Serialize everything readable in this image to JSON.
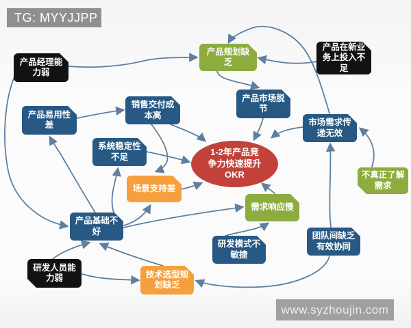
{
  "banner": {
    "label": "TG: MYYJJPP"
  },
  "watermark": {
    "label": "www.syzhoujin.com"
  },
  "colors": {
    "box_blue": "#275984",
    "box_green": "#8cac3e",
    "box_orange": "#f5a03d",
    "box_black": "#121212",
    "okr_red": "#c2423a",
    "arrow": "#5e7f9f",
    "banner_gray": "#8f8f8f",
    "watermark_gray": "#a0a0a0"
  },
  "okr": {
    "label": "1-2年产品竞\n争力快速提升\nOKR"
  },
  "nodes": [
    {
      "id": "pm-ability",
      "label": "产品经理能\n力弱",
      "color": "black"
    },
    {
      "id": "planning-lack",
      "label": "产品规划缺\n乏",
      "color": "green"
    },
    {
      "id": "new-biz-invest",
      "label": "产品在新业\n务上投入不\n足",
      "color": "black"
    },
    {
      "id": "sales-cost",
      "label": "销售交付成\n本高",
      "color": "blue"
    },
    {
      "id": "usability",
      "label": "产品易用性\n差",
      "color": "blue"
    },
    {
      "id": "market-gap",
      "label": "产品市场脱\n节",
      "color": "blue"
    },
    {
      "id": "stability",
      "label": "系统稳定性\n不足",
      "color": "blue"
    },
    {
      "id": "demand-transfer",
      "label": "市场需求传\n递无效",
      "color": "blue"
    },
    {
      "id": "scene-support",
      "label": "场景支持差",
      "color": "orange"
    },
    {
      "id": "understand",
      "label": "不真正了解\n需求",
      "color": "green"
    },
    {
      "id": "foundation",
      "label": "产品基础不\n好",
      "color": "blue"
    },
    {
      "id": "response-slow",
      "label": "需求响应慢",
      "color": "green"
    },
    {
      "id": "team-collab",
      "label": "团队间缺乏\n有效协同",
      "color": "blue"
    },
    {
      "id": "dev-mode",
      "label": "研发模式不\n敏捷",
      "color": "blue"
    },
    {
      "id": "dev-ability",
      "label": "研发人员能\n力弱",
      "color": "black"
    },
    {
      "id": "tech-selection",
      "label": "技术选型规\n划缺乏",
      "color": "orange"
    }
  ],
  "edges": [
    {
      "from": "产品经理能力弱",
      "to": "产品规划缺乏"
    },
    {
      "from": "产品在新业务上投入不足",
      "to": "产品规划缺乏"
    },
    {
      "from": "市场需求传递无效",
      "to": "产品规划缺乏"
    },
    {
      "from": "产品规划缺乏",
      "to": "产品市场脱节"
    },
    {
      "from": "产品市场脱节",
      "to": "OKR"
    },
    {
      "from": "不真正了解需求",
      "to": "市场需求传递无效"
    },
    {
      "from": "市场需求传递无效",
      "to": "OKR"
    },
    {
      "from": "团队间缺乏有效协同",
      "to": "市场需求传递无效"
    },
    {
      "from": "产品易用性差",
      "to": "销售交付成本高"
    },
    {
      "from": "销售交付成本高",
      "to": "OKR"
    },
    {
      "from": "销售交付成本高",
      "to": "场景支持差"
    },
    {
      "from": "系统稳定性不足",
      "to": "OKR"
    },
    {
      "from": "场景支持差",
      "to": "OKR"
    },
    {
      "from": "产品基础不好",
      "to": "系统稳定性不足"
    },
    {
      "from": "产品基础不好",
      "to": "场景支持差"
    },
    {
      "from": "产品基础不好",
      "to": "产品易用性差"
    },
    {
      "from": "产品经理能力弱",
      "to": "产品基础不好"
    },
    {
      "from": "研发人员能力弱",
      "to": "产品基础不好"
    },
    {
      "from": "技术选型规划缺乏",
      "to": "产品基础不好"
    },
    {
      "from": "研发人员能力弱",
      "to": "技术选型规划缺乏"
    },
    {
      "from": "团队间缺乏有效协同",
      "to": "技术选型规划缺乏"
    },
    {
      "from": "产品基础不好",
      "to": "需求响应慢"
    },
    {
      "from": "研发模式不敏捷",
      "to": "需求响应慢"
    },
    {
      "from": "需求响应慢",
      "to": "OKR"
    }
  ]
}
